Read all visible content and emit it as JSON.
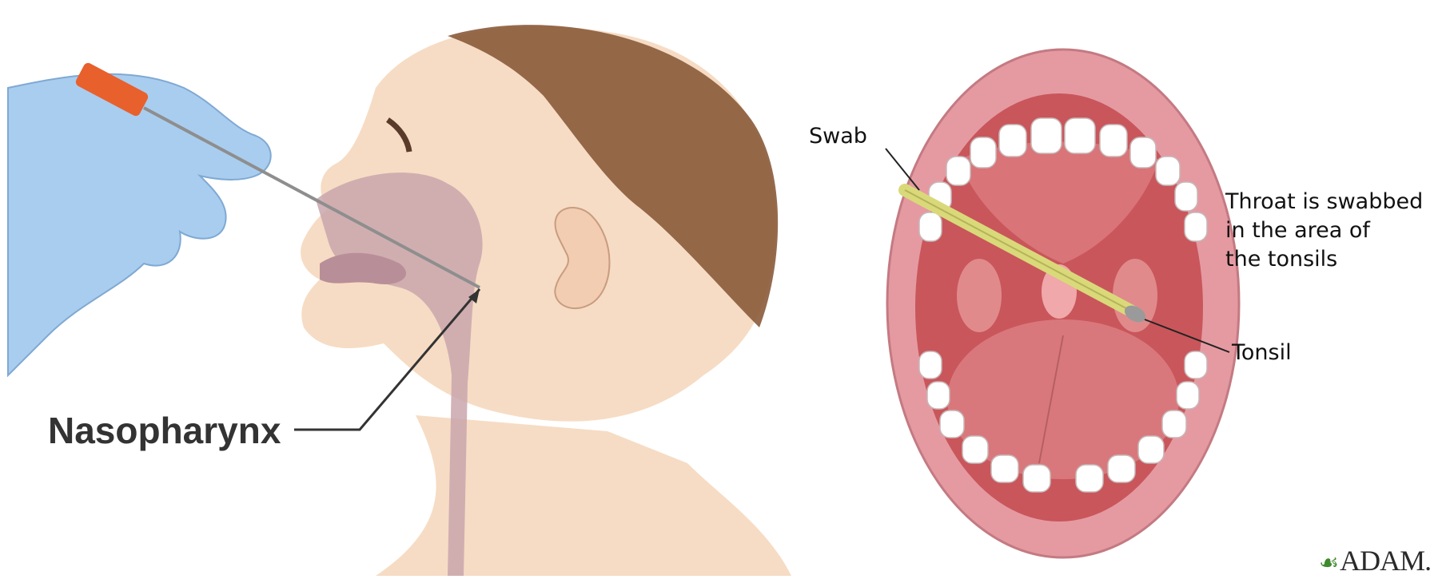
{
  "left_figure": {
    "label": "Nasopharynx"
  },
  "right_figure": {
    "swab_label": "Swab",
    "tonsil_label": "Tonsil",
    "note_lines": [
      "Throat is swabbed",
      "in the area of",
      "the tonsils"
    ]
  },
  "logo": {
    "mark": "☙",
    "text": "ADAM."
  },
  "colors": {
    "skin": "#f6dcc4",
    "hair": "#8a5a3a",
    "glove": "#a9cdef",
    "cavity": "#c9a6ad",
    "lips": "#e59aa2",
    "mouth_inner": "#c9565b",
    "tongue": "#d9787c",
    "teeth": "#ffffff",
    "swab": "#d9d97a",
    "syringe": "#e8602c"
  }
}
